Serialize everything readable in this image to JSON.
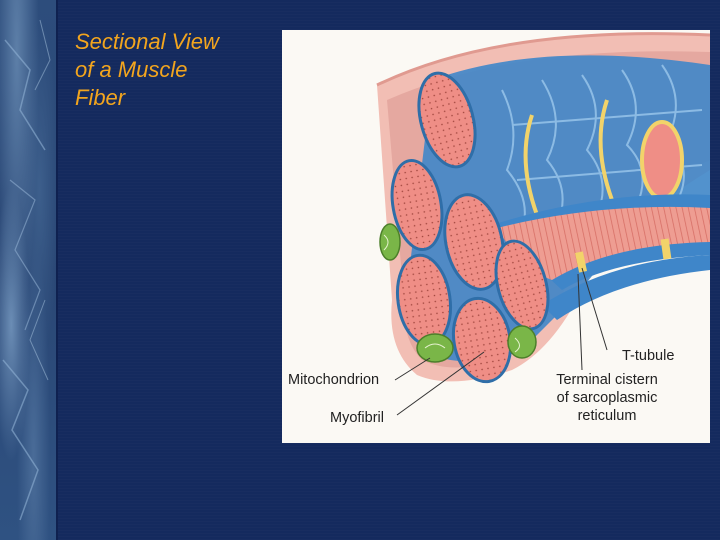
{
  "slide": {
    "title_line1": "Sectional View",
    "title_line2": "of a Muscle",
    "title_line3": "Fiber"
  },
  "figure": {
    "labels": {
      "mitochondrion": "Mitochondrion",
      "myofibril": "Myofibril",
      "t_tubule": "T-tubule",
      "terminal_line1": "Terminal cistern",
      "terminal_line2": "of sarcoplasmic",
      "terminal_line3": "reticulum"
    }
  },
  "colors": {
    "background": "#142a5e",
    "title": "#f2a51e",
    "sarcolemma": "#f0b8ae",
    "myofibril": "#ef8e86",
    "reticulum": "#3f86c9",
    "mitochondrion": "#7ab648",
    "t_tubule": "#f2d36a"
  }
}
